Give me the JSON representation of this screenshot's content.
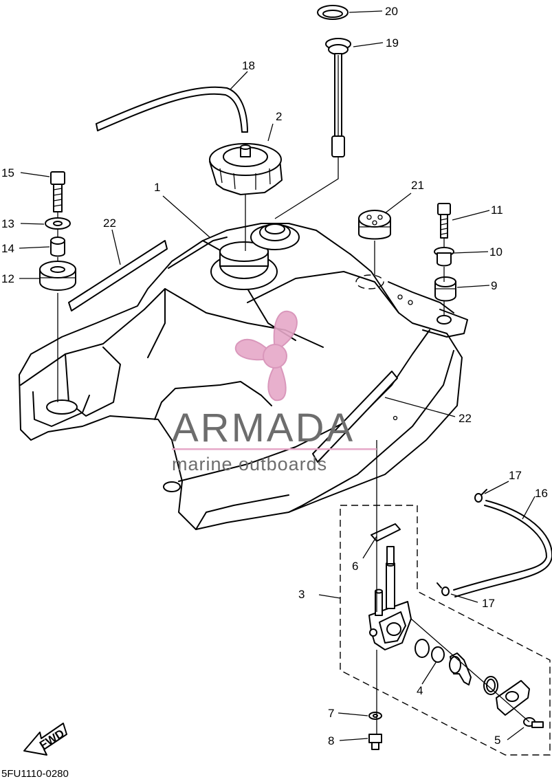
{
  "diagram": {
    "drawing_code": "5FU1110-0280",
    "fwd_label": "FWD",
    "callouts": [
      {
        "id": "c1",
        "label": "1"
      },
      {
        "id": "c2",
        "label": "2"
      },
      {
        "id": "c3",
        "label": "3"
      },
      {
        "id": "c4",
        "label": "4"
      },
      {
        "id": "c5",
        "label": "5"
      },
      {
        "id": "c6",
        "label": "6"
      },
      {
        "id": "c7",
        "label": "7"
      },
      {
        "id": "c8",
        "label": "8"
      },
      {
        "id": "c9",
        "label": "9"
      },
      {
        "id": "c10",
        "label": "10"
      },
      {
        "id": "c11",
        "label": "11"
      },
      {
        "id": "c12",
        "label": "12"
      },
      {
        "id": "c13",
        "label": "13"
      },
      {
        "id": "c14",
        "label": "14"
      },
      {
        "id": "c15",
        "label": "15"
      },
      {
        "id": "c16",
        "label": "16"
      },
      {
        "id": "c17a",
        "label": "17"
      },
      {
        "id": "c17b",
        "label": "17"
      },
      {
        "id": "c18",
        "label": "18"
      },
      {
        "id": "c19",
        "label": "19"
      },
      {
        "id": "c20",
        "label": "20"
      },
      {
        "id": "c21",
        "label": "21"
      },
      {
        "id": "c22a",
        "label": "22"
      },
      {
        "id": "c22b",
        "label": "22"
      }
    ]
  },
  "watermark": {
    "name": "ARMADA",
    "tagline": "marine outboards",
    "colors": {
      "logo": "#e6a8c8",
      "text": "#6d6d6d",
      "rule": "#e6a8c8"
    }
  }
}
